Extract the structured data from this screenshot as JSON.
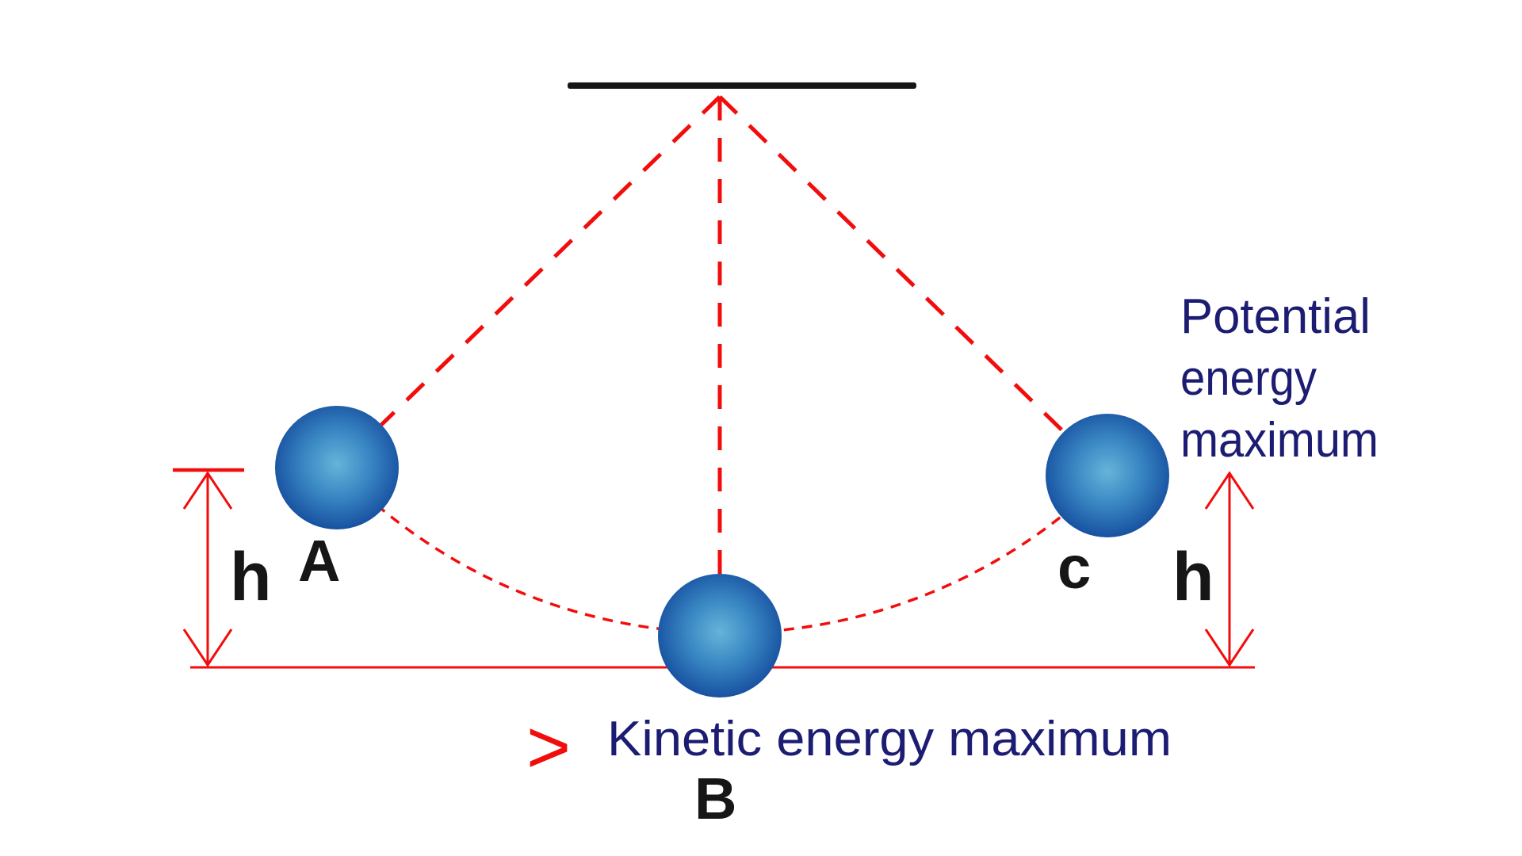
{
  "diagram": {
    "colors": {
      "red": "#f20d0d",
      "navy": "#1c1c72",
      "black": "#161616",
      "ball_highlight": "#66b4d9",
      "ball_mid": "#3a88c4",
      "ball_edge": "#11479a"
    },
    "balls": [
      {
        "label": "A"
      },
      {
        "label": "B"
      },
      {
        "label": "c"
      }
    ],
    "height_markers": {
      "left_label": "h",
      "right_label": "h"
    },
    "potential_label": {
      "lines": [
        "Potential",
        "energy",
        "maximum"
      ]
    },
    "kinetic_label": {
      "text": "Kinetic energy maximum"
    },
    "chevron": {
      "glyph": ">"
    }
  }
}
